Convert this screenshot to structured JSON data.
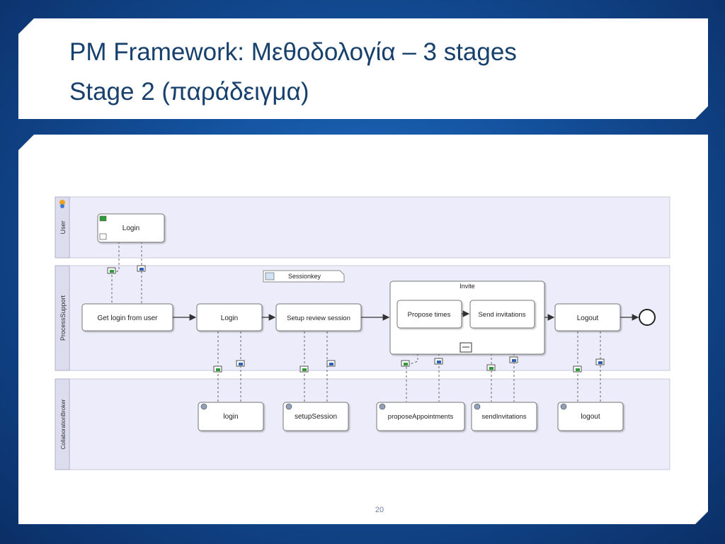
{
  "slide": {
    "title_line1": "PM Framework: Μεθοδολογία – 3 stages",
    "title_line2": "Stage 2 (παράδειγμα)",
    "page_number": "20"
  },
  "diagram": {
    "lanes": {
      "user": "User",
      "process_support": "ProcessSupport",
      "collaboration_broker": "CollaborationBroker"
    },
    "user_tasks": {
      "login": "Login"
    },
    "process_tasks": {
      "get_login": "Get login from user",
      "login": "Login",
      "setup_review": "Setup review session",
      "logout": "Logout"
    },
    "data_object": "Sessionkey",
    "subprocess": {
      "title": "Invite",
      "propose_times": "Propose times",
      "send_invitations": "Send invitations"
    },
    "services": {
      "login": "login",
      "setup_session": "setupSession",
      "propose_appointments": "proposeAppointments",
      "send_invitations": "sendInvitations",
      "logout": "logout"
    },
    "colors": {
      "lane_fill": "#ececfa",
      "lane_header": "#dcdcef",
      "border": "#9a9aa8",
      "text": "#222222",
      "msg_green": "#2e9a3a",
      "msg_blue": "#2f5fb0"
    }
  }
}
